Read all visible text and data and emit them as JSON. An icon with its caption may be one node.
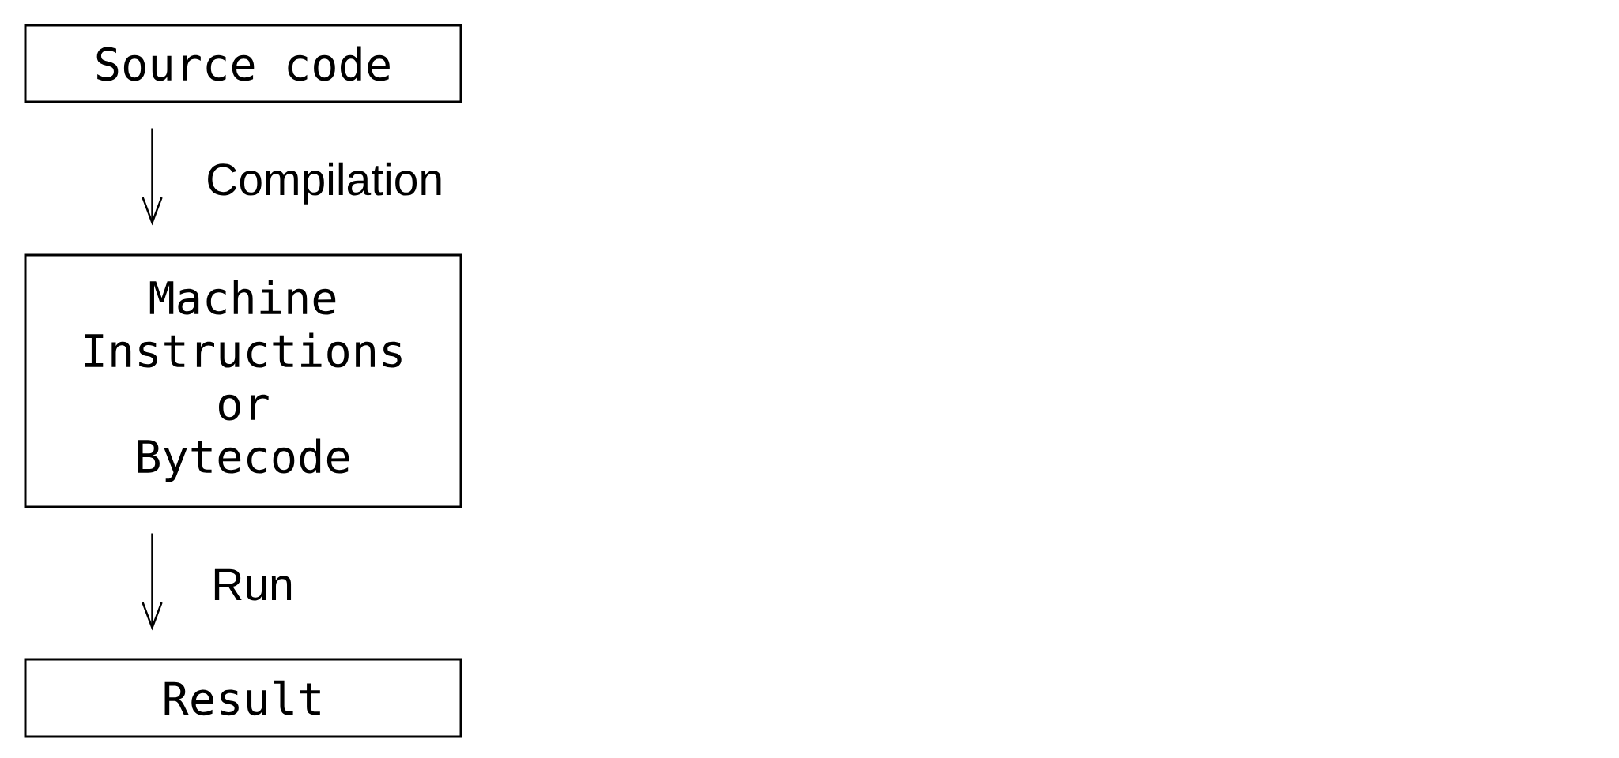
{
  "diagram": {
    "nodes": [
      {
        "text": [
          "Source code"
        ]
      },
      {
        "text": [
          "Machine Instructions or Bytecode"
        ]
      },
      {
        "text": [
          "Result"
        ]
      }
    ],
    "edges": [
      {
        "from": 0,
        "to": 1,
        "arrow": "to",
        "label": "Compilation"
      },
      {
        "from": 1,
        "to": 2,
        "arrow": "to",
        "label": "Run"
      }
    ]
  }
}
